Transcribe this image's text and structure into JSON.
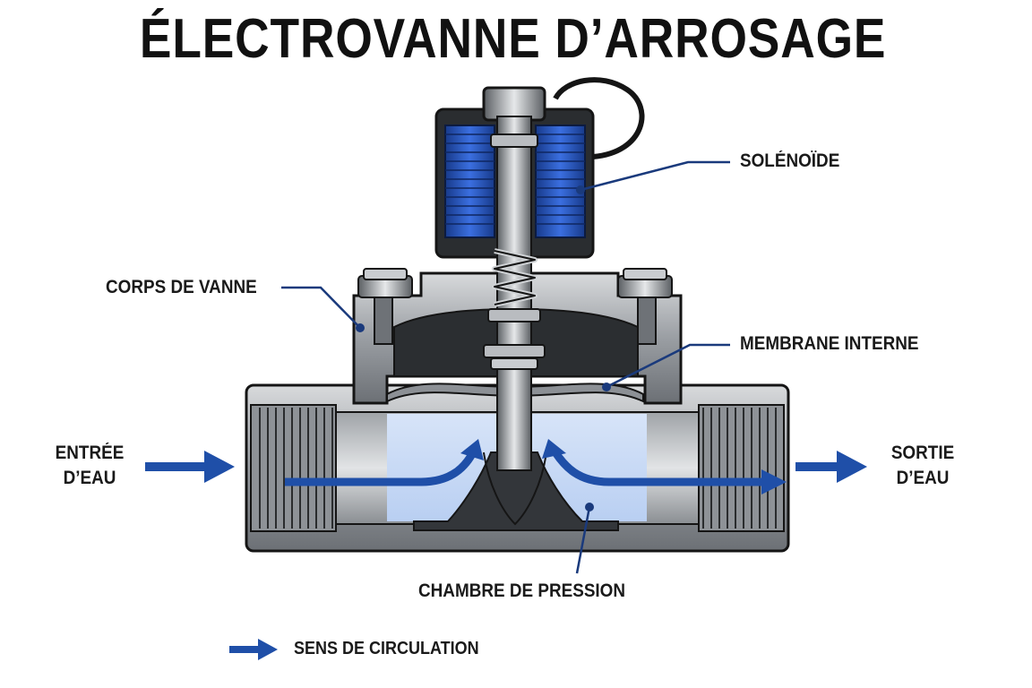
{
  "title": "ÉLECTROVANNE D’ARROSAGE",
  "labels": {
    "solenoid": "SOLÉNOÏDE",
    "valve_body": "CORPS DE VANNE",
    "membrane": "MEMBRANE INTERNE",
    "inlet_line1": "ENTRÉE",
    "inlet_line2": "D’EAU",
    "outlet_line1": "SORTIE",
    "outlet_line2": "D’EAU",
    "pressure_chamber": "CHAMBRE DE PRESSION"
  },
  "legend": {
    "flow_direction": "SENS DE CIRCULATION"
  },
  "colors": {
    "flow_arrow": "#1f4fa8",
    "coil": "#2b5cc8",
    "water": "#c5d8f5",
    "metal": "#9a9ea3",
    "metal_dark": "#4a4d51",
    "outline": "#151515"
  }
}
